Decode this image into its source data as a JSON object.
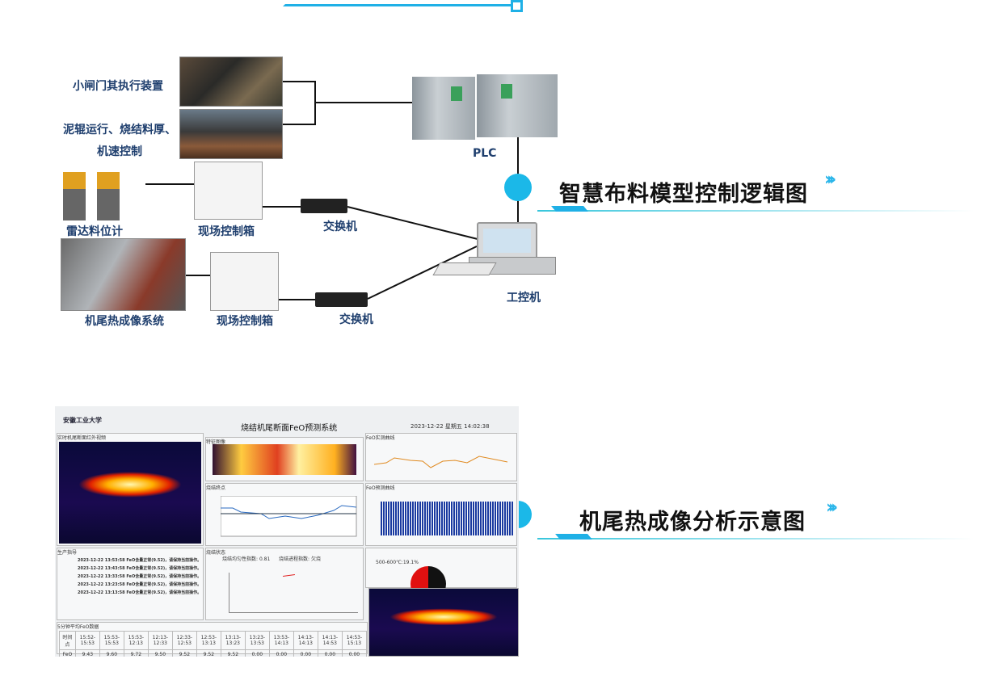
{
  "diagram": {
    "labels": {
      "gate": "小闸门其执行装置",
      "roller1": "泥辊运行、烧结料厚、",
      "roller2": "机速控制",
      "plc": "PLC",
      "radar": "雷达料位计",
      "cabinet1": "现场控制箱",
      "switch1": "交换机",
      "ipc": "工控机",
      "thermal": "机尾热成像系统",
      "cabinet2": "现场控制箱",
      "switch2": "交换机"
    },
    "title": "智慧布料模型控制逻辑图"
  },
  "section2": {
    "title": "机尾热成像分析示意图"
  },
  "accent": "#1bb8e8",
  "screenshot": {
    "app_title": "烧结机尾断面FeO预测系统",
    "datetime": "2023-12-22 星期五 14:02:38",
    "university": "安徽工业大学",
    "panels": {
      "realtime": "实时机尾断面红外视频",
      "feature": "特征图像",
      "feo_live": "FeO实测曲线",
      "sinter_end": "烧结终点",
      "feo_pred": "FeO预测曲线",
      "guide": "生产指导",
      "status": "烧结状态"
    },
    "status_values": {
      "index_label": "烧结均匀性指数:",
      "index": "0.81",
      "state_label": "烧结进程指数:",
      "state": "欠烧"
    },
    "pie_label": "500-600℃:19.1%",
    "guide_lines": [
      "2023-12-22 13:53:58 FeO含量正常(9.52)，请保持当前操作。",
      "2023-12-22 13:43:58 FeO含量正常(9.52)，请保持当前操作。",
      "2023-12-22 13:33:58 FeO含量正常(9.52)，请保持当前操作。",
      "2023-12-22 13:23:58 FeO含量正常(9.52)，请保持当前操作。",
      "2023-12-22 13:13:58 FeO含量正常(9.52)，请保持当前操作。"
    ],
    "table_title": "5分钟平均FeO数据",
    "table_header": [
      "时间点",
      "15:52-15:53",
      "15:53-15:53",
      "15:53-12:13",
      "12:13-12:33",
      "12:33-12:53",
      "12:53-13:13",
      "13:13-13:23",
      "13:23-13:53",
      "13:53-14:13",
      "14:13-14:13",
      "14:13-14:53",
      "14:53-15:13"
    ],
    "table_row": [
      "FeO",
      "9.43",
      "9.60",
      "9.72",
      "9.50",
      "9.52",
      "9.52",
      "9.52",
      "0.00",
      "0.00",
      "0.00",
      "0.00",
      "0.00"
    ]
  }
}
